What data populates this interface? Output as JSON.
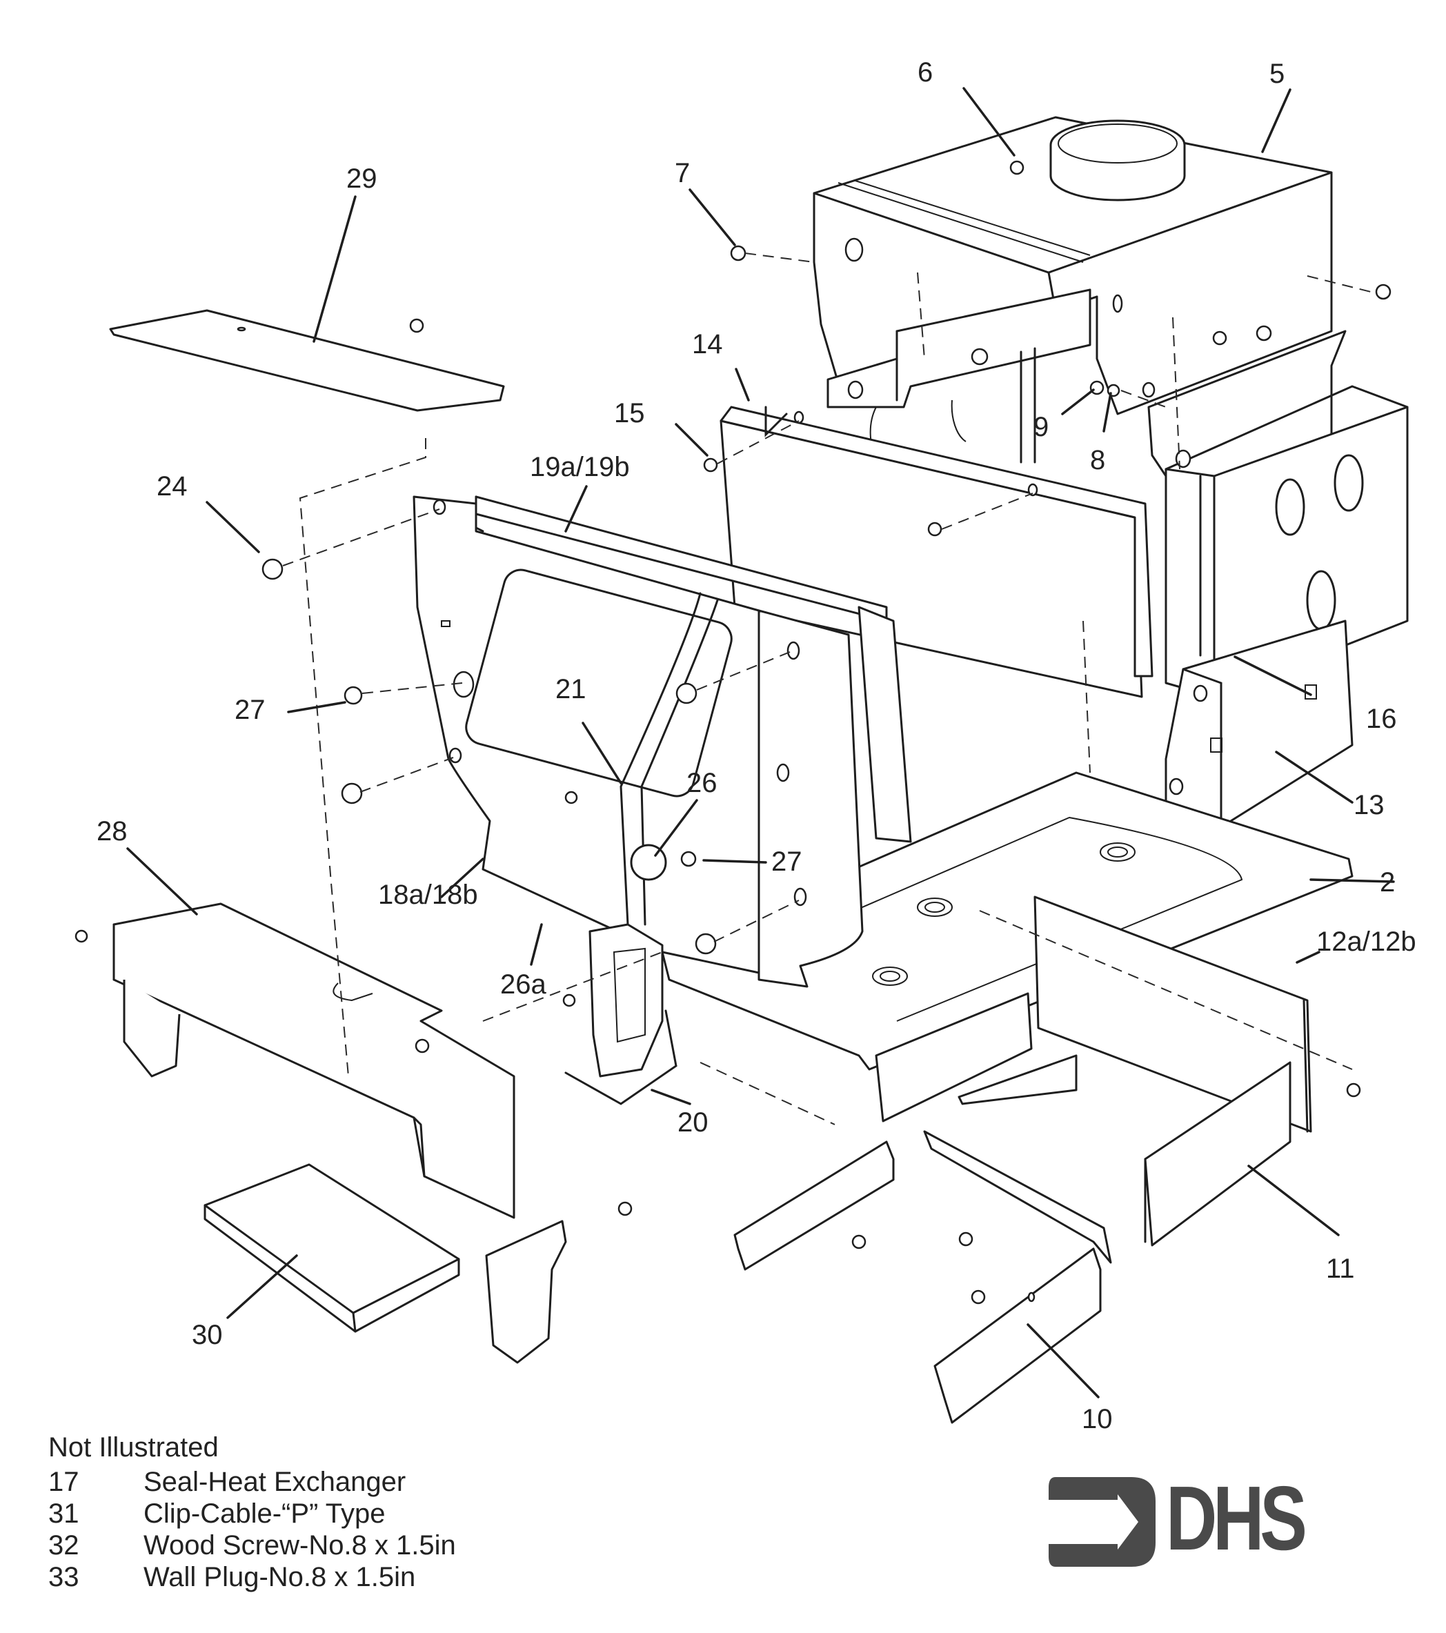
{
  "document": {
    "type": "exploded parts diagram",
    "brand": "DHS"
  },
  "callouts": {
    "c2": "2",
    "c5": "5",
    "c6": "6",
    "c7": "7",
    "c8": "8",
    "c9": "9",
    "c10": "10",
    "c11": "11",
    "c12": "12a/12b",
    "c13": "13",
    "c14": "14",
    "c15": "15",
    "c16": "16",
    "c18": "18a/18b",
    "c19": "19a/19b",
    "c20": "20",
    "c21": "21",
    "c24": "24",
    "c26": "26",
    "c26a": "26a",
    "c27a": "27",
    "c27b": "27",
    "c28": "28",
    "c29": "29",
    "c30": "30"
  },
  "not_illustrated": {
    "title": "Not Illustrated",
    "items": [
      {
        "num": "17",
        "desc": "Seal-Heat Exchanger"
      },
      {
        "num": "31",
        "desc": "Clip-Cable-“P” Type"
      },
      {
        "num": "32",
        "desc": "Wood Screw-No.8 x 1.5in"
      },
      {
        "num": "33",
        "desc": "Wall Plug-No.8 x 1.5in"
      }
    ]
  },
  "logo": {
    "text": "DHS",
    "icon": "arrow-right-bracket-icon",
    "color": "#4a4a4a"
  }
}
